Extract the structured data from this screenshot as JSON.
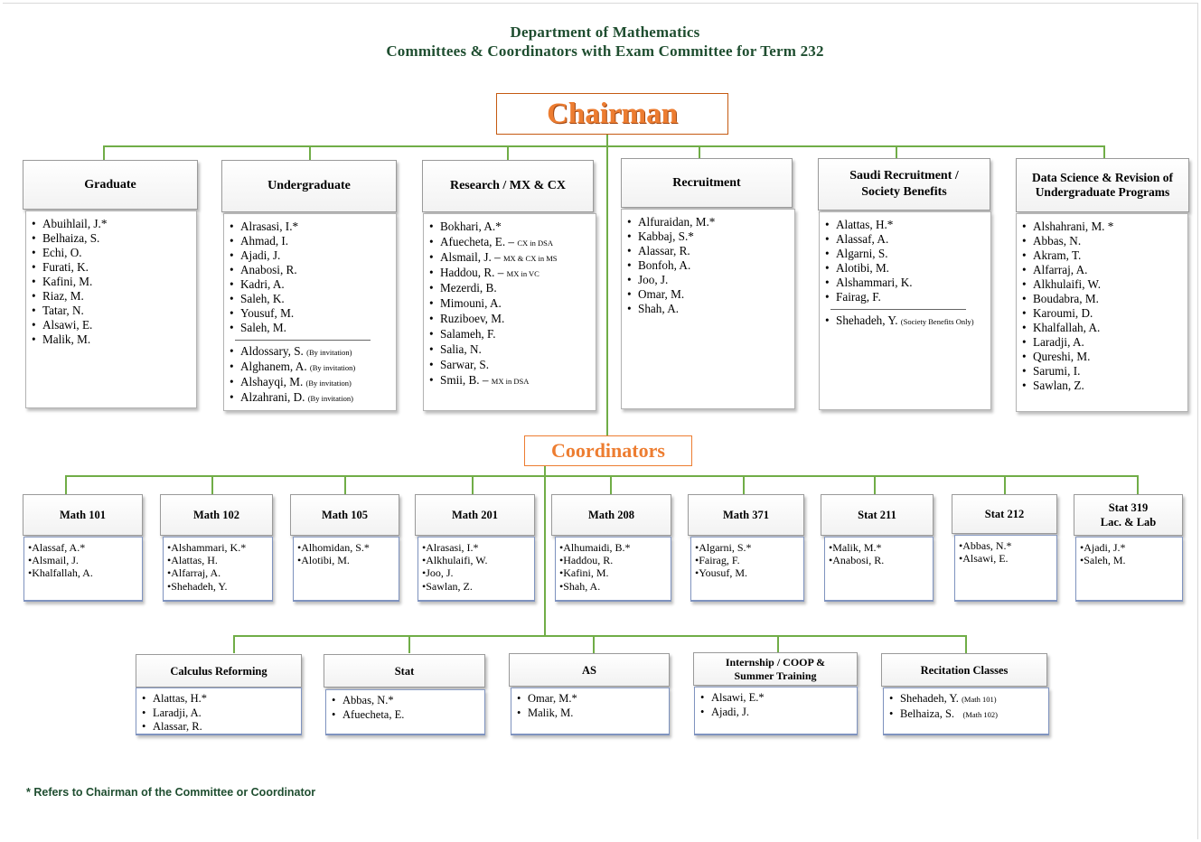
{
  "header": {
    "line1": "Department of Mathematics",
    "line2": "Committees & Coordinators with Exam Committee for Term 232"
  },
  "chairman_label": "Chairman",
  "coordinators_label": "Coordinators",
  "committees": [
    {
      "title": "Graduate",
      "members": [
        "Abuihlail, J.*",
        "Belhaiza, S.",
        "Echi, O.",
        "Furati, K.",
        "Kafini, M.",
        "Riaz, M.",
        "Tatar, N.",
        "Alsawi, E.",
        "Malik, M."
      ]
    },
    {
      "title": "Undergraduate",
      "members": [
        "Alrasasi, I.*",
        "Ahmad, I.",
        "Ajadi, J.",
        "Anabosi, R.",
        "Kadri, A.",
        "Saleh, K.",
        "Yousuf, M.",
        "Saleh, M."
      ],
      "invited": [
        {
          "name": "Aldossary, S.",
          "note": "(By invitation)"
        },
        {
          "name": "Alghanem, A.",
          "note": "(By invitation)"
        },
        {
          "name": "Alshayqi, M.",
          "note": "(By invitation)"
        },
        {
          "name": "Alzahrani, D.",
          "note": "(By invitation)"
        }
      ]
    },
    {
      "title": "Research / MX & CX",
      "members": [
        {
          "name": "Bokhari, A.*",
          "note": ""
        },
        {
          "name": "Afuecheta, E. –",
          "note": "CX in DSA"
        },
        {
          "name": "Alsmail, J. –",
          "note": "MX & CX in MS"
        },
        {
          "name": "Haddou, R. –",
          "note": "MX in VC"
        },
        {
          "name": "Mezerdi, B.",
          "note": ""
        },
        {
          "name": "Mimouni, A.",
          "note": ""
        },
        {
          "name": "Ruziboev, M.",
          "note": ""
        },
        {
          "name": "Salameh, F.",
          "note": ""
        },
        {
          "name": "Salia, N.",
          "note": ""
        },
        {
          "name": "Sarwar, S.",
          "note": ""
        },
        {
          "name": "Smii, B. –",
          "note": "MX in DSA"
        }
      ]
    },
    {
      "title": "Recruitment",
      "members": [
        "Alfuraidan, M.*",
        "Kabbaj, S.*",
        "Alassar, R.",
        "Bonfoh, A.",
        "Joo, J.",
        "Omar, M.",
        "Shah, A."
      ]
    },
    {
      "title_line1": "Saudi Recruitment /",
      "title_line2": "Society Benefits",
      "members": [
        "Alattas, H.*",
        "Alassaf, A.",
        "Algarni, S.",
        "Alotibi, M.",
        "Alshammari, K.",
        "Fairag, F."
      ],
      "extra": {
        "name": "Shehadeh, Y.",
        "note": "(Society Benefits Only)"
      }
    },
    {
      "title_line1": "Data Science & Revision of",
      "title_line2": "Undergraduate Programs",
      "members": [
        "Alshahrani, M. *",
        "Abbas, N.",
        "Akram, T.",
        "Alfarraj, A.",
        "Alkhulaifi, W.",
        "Boudabra, M.",
        "Karoumi, D.",
        "Khalfallah, A.",
        "Laradji, A.",
        "Qureshi, M.",
        "Sarumi, I.",
        "Sawlan, Z."
      ]
    }
  ],
  "courses": [
    {
      "title": "Math 101",
      "members": [
        "•Alassaf, A.*",
        "•Alsmail, J.",
        "•Khalfallah, A."
      ]
    },
    {
      "title": "Math 102",
      "members": [
        "•Alshammari, K.*",
        "•Alattas, H.",
        "•Alfarraj, A.",
        "•Shehadeh, Y."
      ]
    },
    {
      "title": "Math 105",
      "members": [
        "•Alhomidan, S.*",
        "•Alotibi, M."
      ]
    },
    {
      "title": "Math 201",
      "members": [
        "•Alrasasi, I.*",
        "•Alkhulaifi, W.",
        "•Joo, J.",
        "•Sawlan, Z."
      ]
    },
    {
      "title": "Math 208",
      "members": [
        "•Alhumaidi, B.*",
        "•Haddou, R.",
        "•Kafini, M.",
        "•Shah, A."
      ]
    },
    {
      "title": "Math 371",
      "members": [
        "•Algarni, S.*",
        "•Fairag, F.",
        "•Yousuf, M."
      ]
    },
    {
      "title": "Stat 211",
      "members": [
        "•Malik, M.*",
        "•Anabosi, R."
      ]
    },
    {
      "title": "Stat 212",
      "members": [
        "•Abbas, N.*",
        "•Alsawi, E."
      ]
    },
    {
      "title_line1": "Stat 319",
      "title_line2": "Lac. & Lab",
      "members": [
        "•Ajadi, J.*",
        "•Saleh, M."
      ]
    }
  ],
  "others": [
    {
      "title": "Calculus Reforming",
      "members": [
        "Alattas, H.*",
        "Laradji, A.",
        "Alassar, R."
      ]
    },
    {
      "title": "Stat",
      "members": [
        "Abbas, N.*",
        "Afuecheta, E."
      ]
    },
    {
      "title": "AS",
      "members": [
        "Omar, M.*",
        "Malik, M."
      ]
    },
    {
      "title_line1": "Internship / COOP &",
      "title_line2": "Summer Training",
      "members": [
        "Alsawi, E.*",
        "Ajadi, J."
      ]
    },
    {
      "title": "Recitation Classes",
      "members": [
        {
          "name": "Shehadeh, Y.",
          "note": "(Math 101)"
        },
        {
          "name": "Belhaiza, S.",
          "note": "(Math 102)"
        }
      ]
    }
  ],
  "footnote": "*  Refers to Chairman of the Committee or Coordinator",
  "colors": {
    "title": "#1f4e30",
    "connector": "#70ad47",
    "accent": "#ed7d31"
  }
}
